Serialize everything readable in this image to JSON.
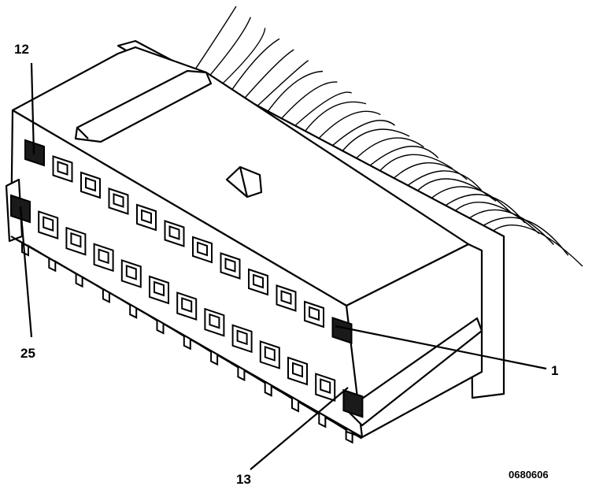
{
  "callouts": {
    "pin_12": "12",
    "pin_25": "25",
    "pin_1": "1",
    "pin_13": "13"
  },
  "figure_id": "0680606",
  "colors": {
    "line": "#000000",
    "background": "#ffffff",
    "terminal_fill": "#1a1a1a"
  },
  "connector": {
    "upper_row_cavities": 12,
    "lower_row_cavities": 13,
    "wire_count": 25
  }
}
